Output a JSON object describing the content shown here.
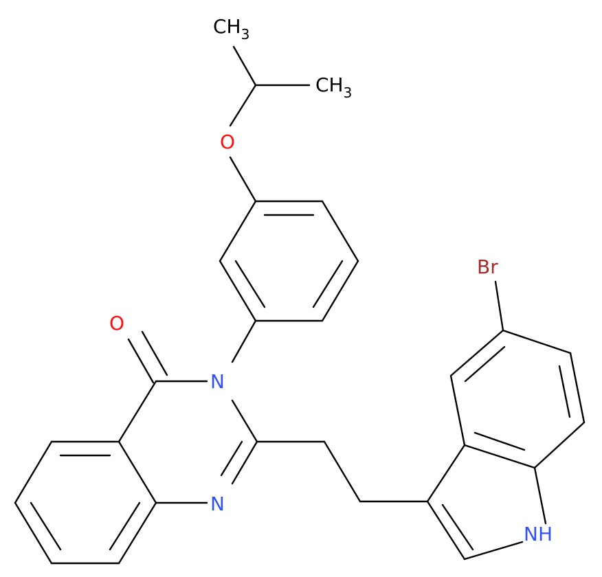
{
  "molecule": {
    "colors": {
      "bond": "#000000",
      "carbon": "#000000",
      "oxygen": "#ff0d0d",
      "nitrogen": "#3050f8",
      "bromine": "#a62929"
    },
    "labels": {
      "ch3_top": {
        "main": "CH",
        "sub": "3"
      },
      "ch3_right": {
        "main": "CH",
        "sub": "3"
      },
      "o_ether": "O",
      "o_carbonyl": "O",
      "n3": "N",
      "n1": "N",
      "br": "Br",
      "nh": "NH"
    }
  }
}
